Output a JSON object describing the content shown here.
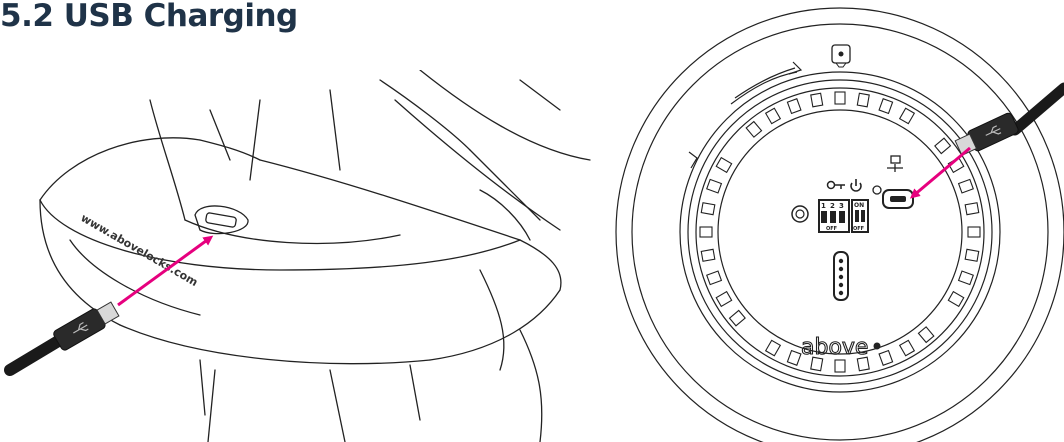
{
  "section": {
    "title": "5.2 USB Charging"
  },
  "left_illustration": {
    "base_engraving": "www.abovelocks.com"
  },
  "right_illustration": {
    "brand_logo": "above",
    "dip_switch": {
      "numbers": [
        "1",
        "2",
        "3"
      ],
      "on_label": "ON",
      "off_label": "OFF"
    },
    "icons": [
      "lock-icon",
      "key-icon",
      "power-icon",
      "usb-icon",
      "reset-button-icon",
      "rotation-arrow-icon"
    ]
  },
  "colors": {
    "title": "#1f3348",
    "arrow": "#e6007e",
    "line": "#222222",
    "cable": "#1a1a1a"
  }
}
